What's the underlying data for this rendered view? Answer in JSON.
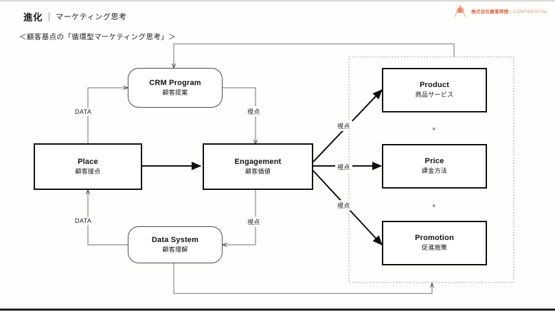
{
  "header": {
    "title": "進化",
    "divider": "|",
    "subtitle": "マーケティング思考",
    "section_heading": "＜顧客基点の「循環型マーケティング思考」＞"
  },
  "brand": {
    "logo_icon": "company-logo-icon",
    "company": "株式会社顧客時間",
    "separator": "|",
    "confidential": "CONFIDENTIAL"
  },
  "diagram": {
    "nodes": [
      {
        "id": "crm",
        "en": "CRM Program",
        "jp": "顧客提案",
        "shape": "round"
      },
      {
        "id": "place",
        "en": "Place",
        "jp": "顧客接点",
        "shape": "hard"
      },
      {
        "id": "engagement",
        "en": "Engagement",
        "jp": "顧客価値",
        "shape": "hard"
      },
      {
        "id": "datasystem",
        "en": "Data System",
        "jp": "顧客理解",
        "shape": "round"
      },
      {
        "id": "product",
        "en": "Product",
        "jp": "商品サービス",
        "shape": "hard"
      },
      {
        "id": "price",
        "en": "Price",
        "jp": "課金方法",
        "shape": "hard"
      },
      {
        "id": "promotion",
        "en": "Promotion",
        "jp": "促進施策",
        "shape": "hard"
      }
    ],
    "edge_labels": {
      "data_top": "DATA",
      "data_bottom": "DATA",
      "viewpoint_top": "視点",
      "viewpoint_bottom": "視点",
      "viewpoint_product": "視点",
      "viewpoint_price": "視点",
      "viewpoint_promotion": "視点"
    },
    "operators": {
      "product_price": "×",
      "price_promotion": "×"
    }
  }
}
